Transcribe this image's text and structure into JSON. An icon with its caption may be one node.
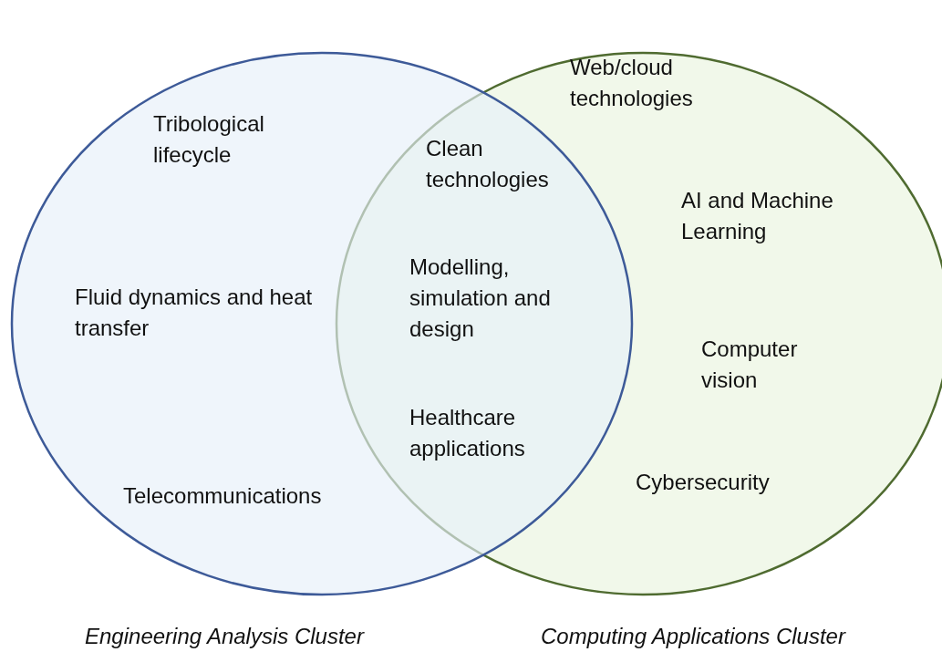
{
  "diagram": {
    "nodes": [
      {
        "text": [
          "Tribological lifecycle",
          "Fluid dynamics and heat transfer",
          "Telecommunications",
          "Engineering Analysis Cluster"
        ]
      },
      {
        "text": [
          "Web/cloud technologies",
          "AI and Machine Learning",
          "Computer vision",
          "Cybersecurity",
          "Computing Applications Cluster"
        ]
      }
    ],
    "edges": [],
    "labels": [
      "Clean technologies",
      "Modelling, simulation and design",
      "Healthcare applications"
    ]
  }
}
